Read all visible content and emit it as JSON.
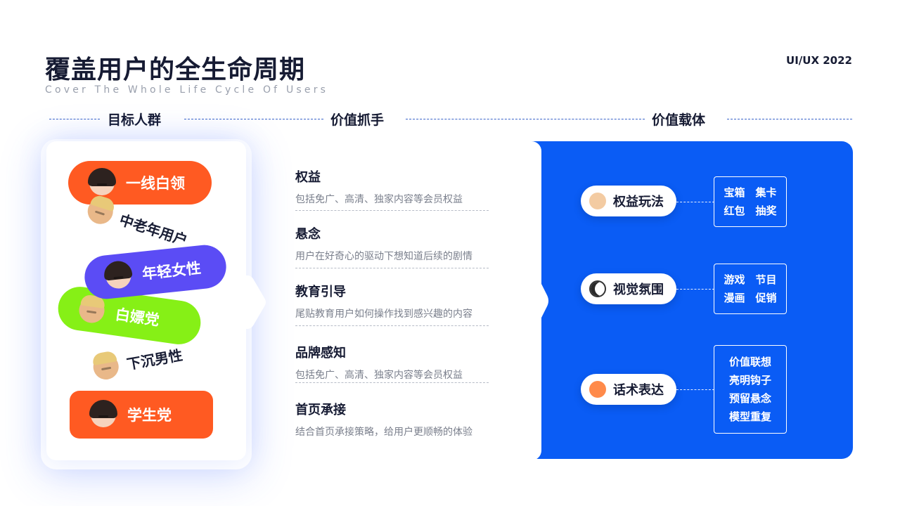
{
  "header": {
    "title": "覆盖用户的全生命周期",
    "subtitle": "Cover The Whole Life Cycle Of Users",
    "tag": "UI/UX 2022"
  },
  "columns": [
    "目标人群",
    "价值抓手",
    "价值载体"
  ],
  "audience": {
    "pills": [
      {
        "label": "一线白领",
        "face": "woman-face-icon",
        "color": "#ff5a22"
      },
      {
        "label": "年轻女性",
        "face": "woman-face-icon",
        "color": "#5b4cf5"
      },
      {
        "label": "白嫖党",
        "face": "man-face-icon",
        "color": "#86f016"
      },
      {
        "label": "学生党",
        "face": "woman-face-icon",
        "color": "#ff5a22"
      }
    ],
    "floating": [
      {
        "label": "中老年用户",
        "face": "man-face-icon"
      },
      {
        "label": "下沉男性",
        "face": "man-face-icon"
      }
    ]
  },
  "levers": [
    {
      "title": "权益",
      "desc": "包括免广、高清、独家内容等会员权益"
    },
    {
      "title": "悬念",
      "desc": "用户在好奇心的驱动下想知道后续的剧情"
    },
    {
      "title": "教育引导",
      "desc": "尾贴教育用户如何操作找到感兴趣的内容"
    },
    {
      "title": "品牌感知",
      "desc": "包括免广、高清、独家内容等会员权益"
    },
    {
      "title": "首页承接",
      "desc": "结合首页承接策略，给用户更顺畅的体验"
    }
  ],
  "carriers": [
    {
      "label": "权益玩法",
      "icon": "raised-hands-icon",
      "lines": [
        "宝箱　集卡",
        "红包　抽奖"
      ]
    },
    {
      "label": "视觉氛围",
      "icon": "eyes-icon",
      "lines": [
        "游戏　节目",
        "漫画　促销"
      ]
    },
    {
      "label": "话术表达",
      "icon": "peach-icon",
      "lines": [
        "价值联想",
        "亮明钩子",
        "预留悬念",
        "模型重复"
      ]
    }
  ],
  "colors": {
    "accent_blue": "#0a5cf5",
    "orange": "#ff5a22",
    "purple": "#5b4cf5",
    "green": "#86f016"
  }
}
